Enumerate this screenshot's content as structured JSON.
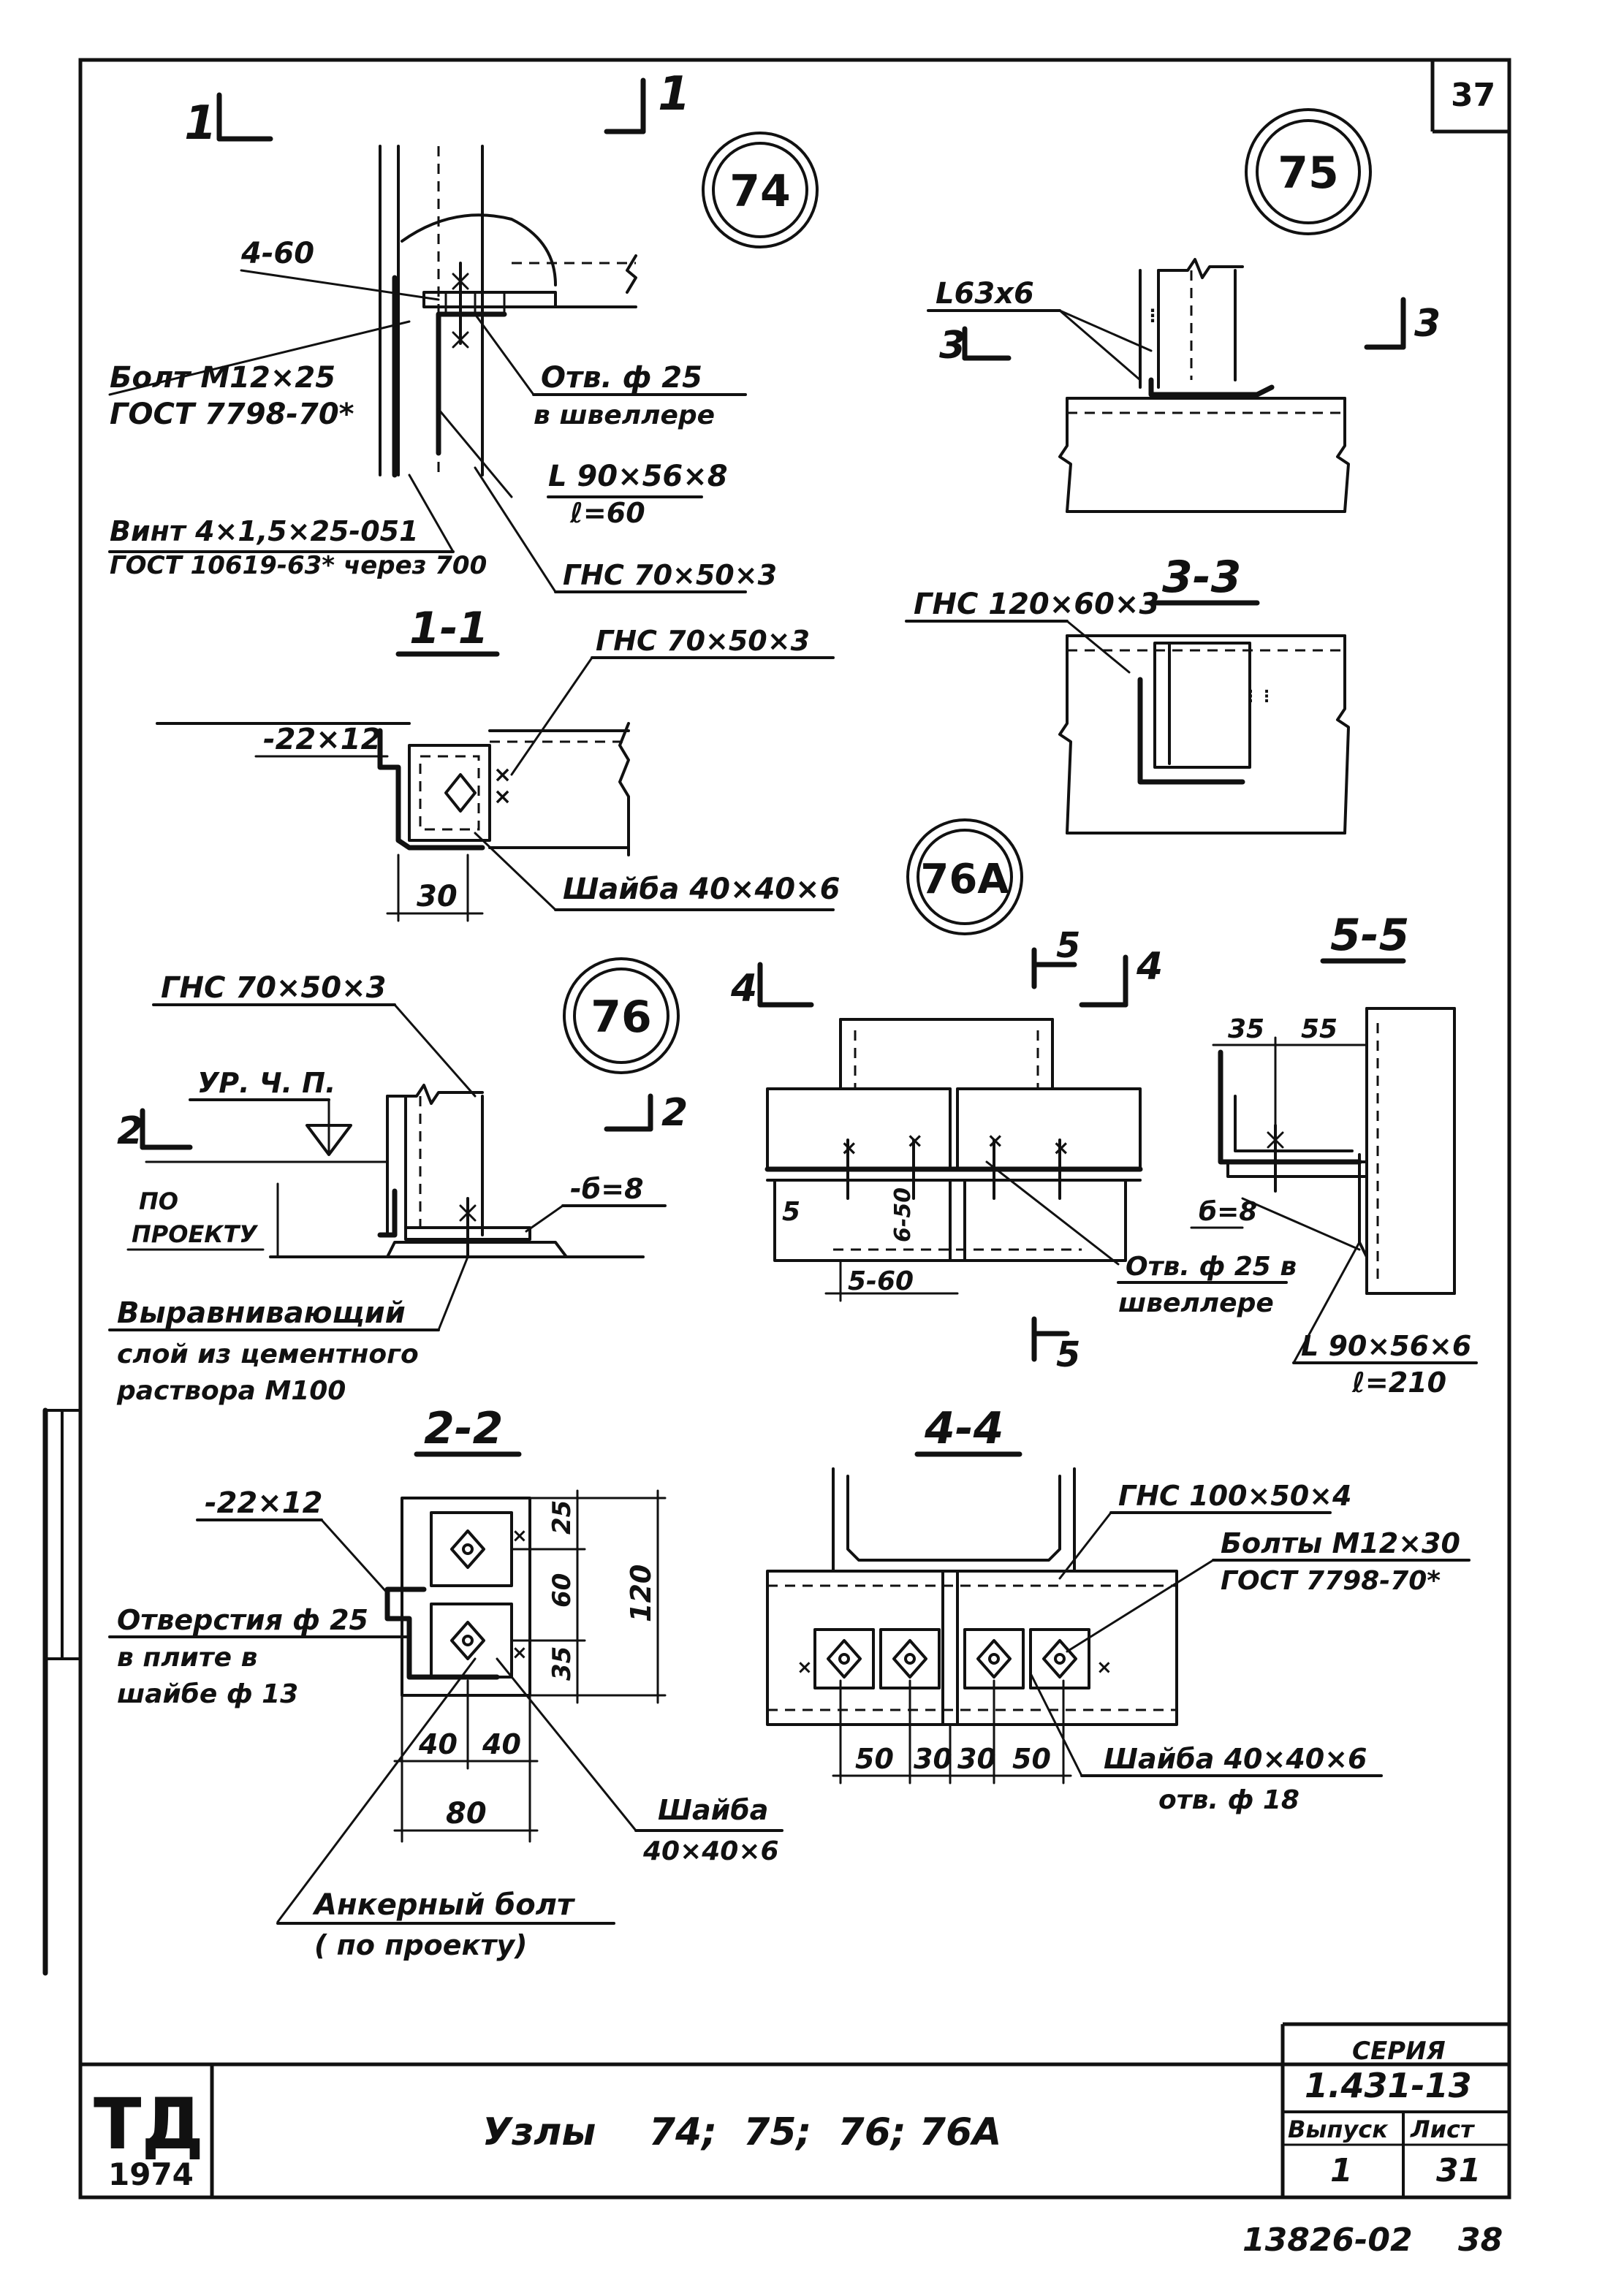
{
  "sheet": {
    "page_number": "37",
    "series_label": "СЕРИЯ",
    "series_value": "1.431-13",
    "issue_label": "Выпуск",
    "issue_value": "1",
    "sheet_label": "Лист",
    "sheet_value": "31",
    "title": "Узлы    74;  75;  76; 76А",
    "org_logo": "ТД",
    "year": "1974",
    "bottom_code": "13826-02",
    "bottom_page": "38"
  },
  "node74": {
    "badge": "74",
    "cut_label_left": "1",
    "cut_label_right": "1",
    "plate_label": "4-60",
    "bolt_line1": "Болт  М12×25",
    "bolt_line2": "ГОСТ 7798-70*",
    "hole_line1": "Отв. ф 25",
    "hole_line2": "в швеллере",
    "angle_line1": "L 90×56×8",
    "angle_line2": "ℓ=60",
    "screw_line1": "Винт 4×1,5×25-051",
    "screw_line2": "ГОСТ 10619-63* через 700",
    "ghs": "ГНС 70×50×3"
  },
  "section11": {
    "title": "1-1",
    "ghs": "ГНС 70×50×3",
    "plate": "-22×12",
    "washer": "Шайба  40×40×6",
    "dim": "30"
  },
  "node75": {
    "badge": "75",
    "angle": "L63x6",
    "cut_label_left": "3",
    "cut_label_right": "3"
  },
  "section33": {
    "title": "3-3",
    "ghs": "ГНС 120×60×3"
  },
  "node76": {
    "badge": "76",
    "ghs": "ГНС 70×50×3",
    "level": "УР. Ч. П.",
    "cut_label_left": "2",
    "cut_label_right": "2",
    "note_line1": "ПО",
    "note_line2": "ПРОЕКТУ",
    "plate": "-б=8",
    "layer_line1": "Выравнивающий",
    "layer_line2": "слой из цементного",
    "layer_line3": "раствора  М100"
  },
  "node76a": {
    "badge": "76А",
    "cut_4_left": "4",
    "cut_4_right": "4",
    "cut_5_top": "5",
    "cut_5_bottom": "5",
    "dim_5": "5",
    "dim_650": "6-50",
    "dim_560": "5-60",
    "hole_line1": "Отв. ф 25 в",
    "hole_line2": "швеллере"
  },
  "section55": {
    "title": "5-5",
    "dim_35": "35",
    "dim_55": "55",
    "plate": "б=8",
    "angle_line1": "L 90×56×6",
    "angle_line2": "ℓ=210"
  },
  "section22": {
    "title": "2-2",
    "plate": "-22×12",
    "holes_line1": "Отверстия ф 25",
    "holes_line2": "в плите в",
    "holes_line3": "шайбе ф 13",
    "dim_25": "25",
    "dim_60": "60",
    "dim_35": "35",
    "dim_120": "120",
    "dim_40a": "40",
    "dim_40b": "40",
    "dim_80": "80",
    "washer_line1": "Шайба",
    "washer_line2": "40×40×6",
    "anchor_line1": "Анкерный  болт",
    "anchor_line2": "( по  проекту)"
  },
  "section44": {
    "title": "4-4",
    "ghs": "ГНС 100×50×4",
    "bolts_line1": "Болты М12×30",
    "bolts_line2": "ГОСТ  7798-70*",
    "dim_50a": "50",
    "dim_30a": "30",
    "dim_30b": "30",
    "dim_50b": "50",
    "washer_line1": "Шайба 40×40×6",
    "washer_line2": "отв. ф 18"
  }
}
